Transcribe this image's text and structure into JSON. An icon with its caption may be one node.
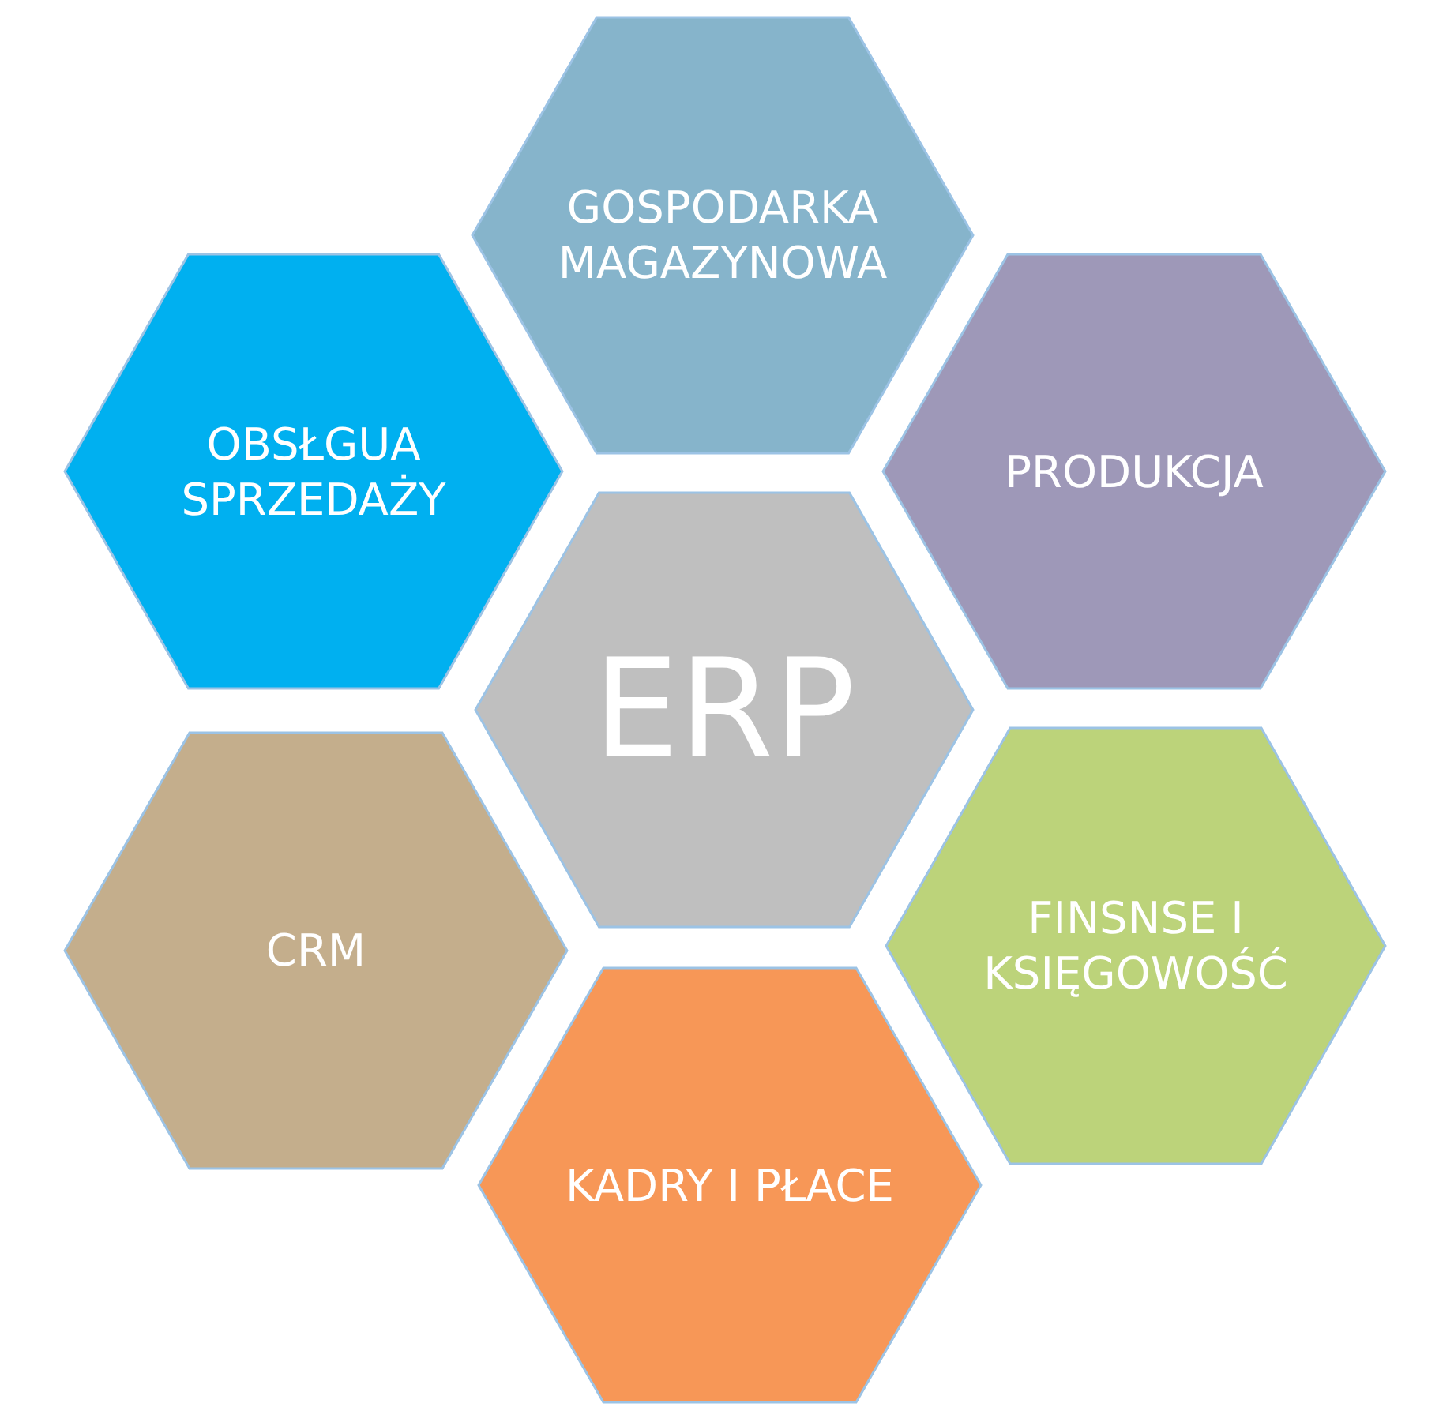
{
  "diagram": {
    "nodes": [
      {
        "text": [
          "GOSPODARKA MAGAZYNOWA"
        ]
      },
      {
        "text": [
          "OBSŁGUA SPRZEDAŻY"
        ]
      },
      {
        "text": [
          "PRODUKCJA"
        ]
      },
      {
        "text": [
          "ERP"
        ]
      },
      {
        "text": [
          "CRM"
        ]
      },
      {
        "text": [
          "FINSNSE I KSIĘGOWOŚĆ"
        ]
      },
      {
        "text": [
          "KADRY I PŁACE"
        ]
      }
    ]
  }
}
